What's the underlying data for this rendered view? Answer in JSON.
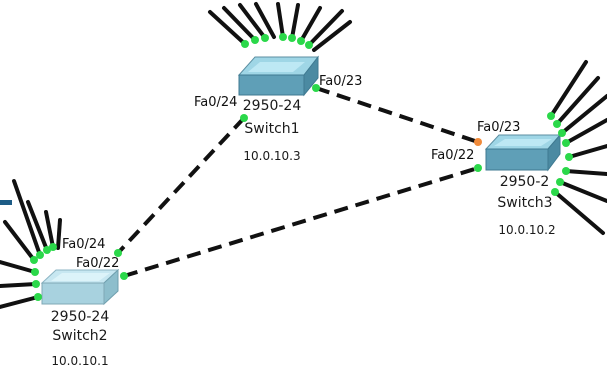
{
  "colors": {
    "link": "#111111",
    "port_up": "#2bd84a",
    "port_warn": "#f08a3a",
    "switch_top": "#9fd6e6",
    "switch_front": "#5f9fb7"
  },
  "devices": {
    "switch1": {
      "model": "2950-24",
      "name": "Switch1",
      "ip": "10.0.10.3"
    },
    "switch2": {
      "model": "2950-24",
      "name": "Switch2",
      "ip": "10.0.10.1"
    },
    "switch3": {
      "model": "2950-2",
      "name": "Switch3",
      "ip": "10.0.10.2"
    }
  },
  "ports": {
    "s1_fa024": "Fa0/24",
    "s1_fa023": "Fa0/23",
    "s2_fa024": "Fa0/24",
    "s2_fa022": "Fa0/22",
    "s3_fa023": "Fa0/23",
    "s3_fa022": "Fa0/22"
  },
  "links": [
    {
      "from": "Switch1",
      "from_port": "Fa0/23",
      "to": "Switch3",
      "to_port": "Fa0/23"
    },
    {
      "from": "Switch1",
      "from_port": "Fa0/24",
      "to": "Switch2",
      "to_port": "Fa0/24"
    },
    {
      "from": "Switch2",
      "from_port": "Fa0/22",
      "to": "Switch3",
      "to_port": "Fa0/22"
    }
  ]
}
